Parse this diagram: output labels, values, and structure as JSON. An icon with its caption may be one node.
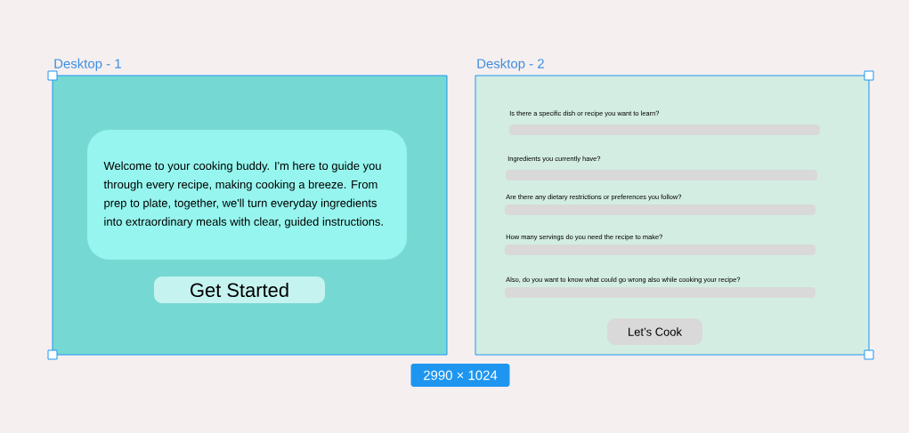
{
  "diagram": {
    "nodes": [
      {
        "text": [
          "Desktop - 1"
        ]
      },
      {
        "text": [
          "Welcome to your cooking buddy. I'm here to guide you through every recipe, making cooking a breeze. From prep to plate, together, we'll turn everyday ingredients into extraordinary meals with clear, guided instructions."
        ],
        "in": 0
      },
      {
        "text": [
          "Get Started"
        ],
        "in": 0
      },
      {
        "text": [
          "Desktop - 2"
        ]
      },
      {
        "text": [],
        "shape": "box",
        "beside": [
          "Is there a specific dish or recipe you want to learn?"
        ],
        "in": 3
      },
      {
        "text": [],
        "shape": "box",
        "beside": [
          "Ingredients you currently have?"
        ],
        "in": 3
      },
      {
        "text": [],
        "shape": "box",
        "beside": [
          "Are there any dietary restrictions or preferences you follow?"
        ],
        "in": 3
      },
      {
        "text": [],
        "shape": "box",
        "beside": [
          "How many servings do you need the recipe to make?"
        ],
        "in": 3
      },
      {
        "text": [],
        "shape": "box",
        "beside": [
          "Also, do you want to know what could go wrong also while cooking your recipe?"
        ],
        "in": 3
      },
      {
        "text": [
          "Let’s Cook"
        ],
        "in": 3
      }
    ],
    "labels": [
      "2990 × 1024"
    ]
  }
}
